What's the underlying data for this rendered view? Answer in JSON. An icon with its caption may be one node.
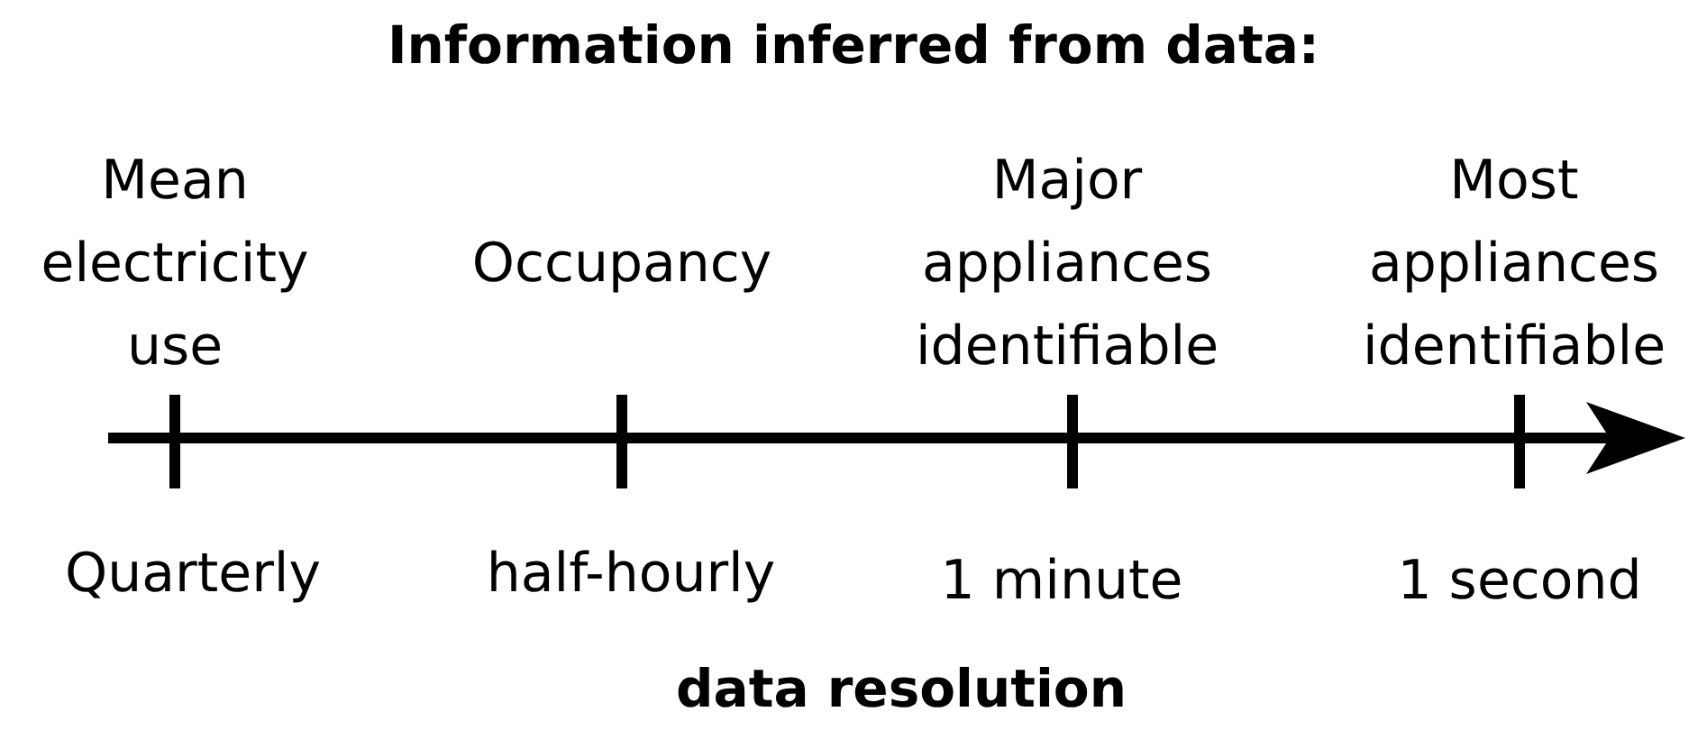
{
  "diagram": {
    "title": "Information inferred from data:",
    "labels": [
      "Mean electricity use",
      "Occupancy",
      "Major appliances identifiable",
      "Most appliances identifiable",
      "Quarterly",
      "half-hourly",
      "1 minute",
      "1 second",
      "data resolution"
    ]
  }
}
